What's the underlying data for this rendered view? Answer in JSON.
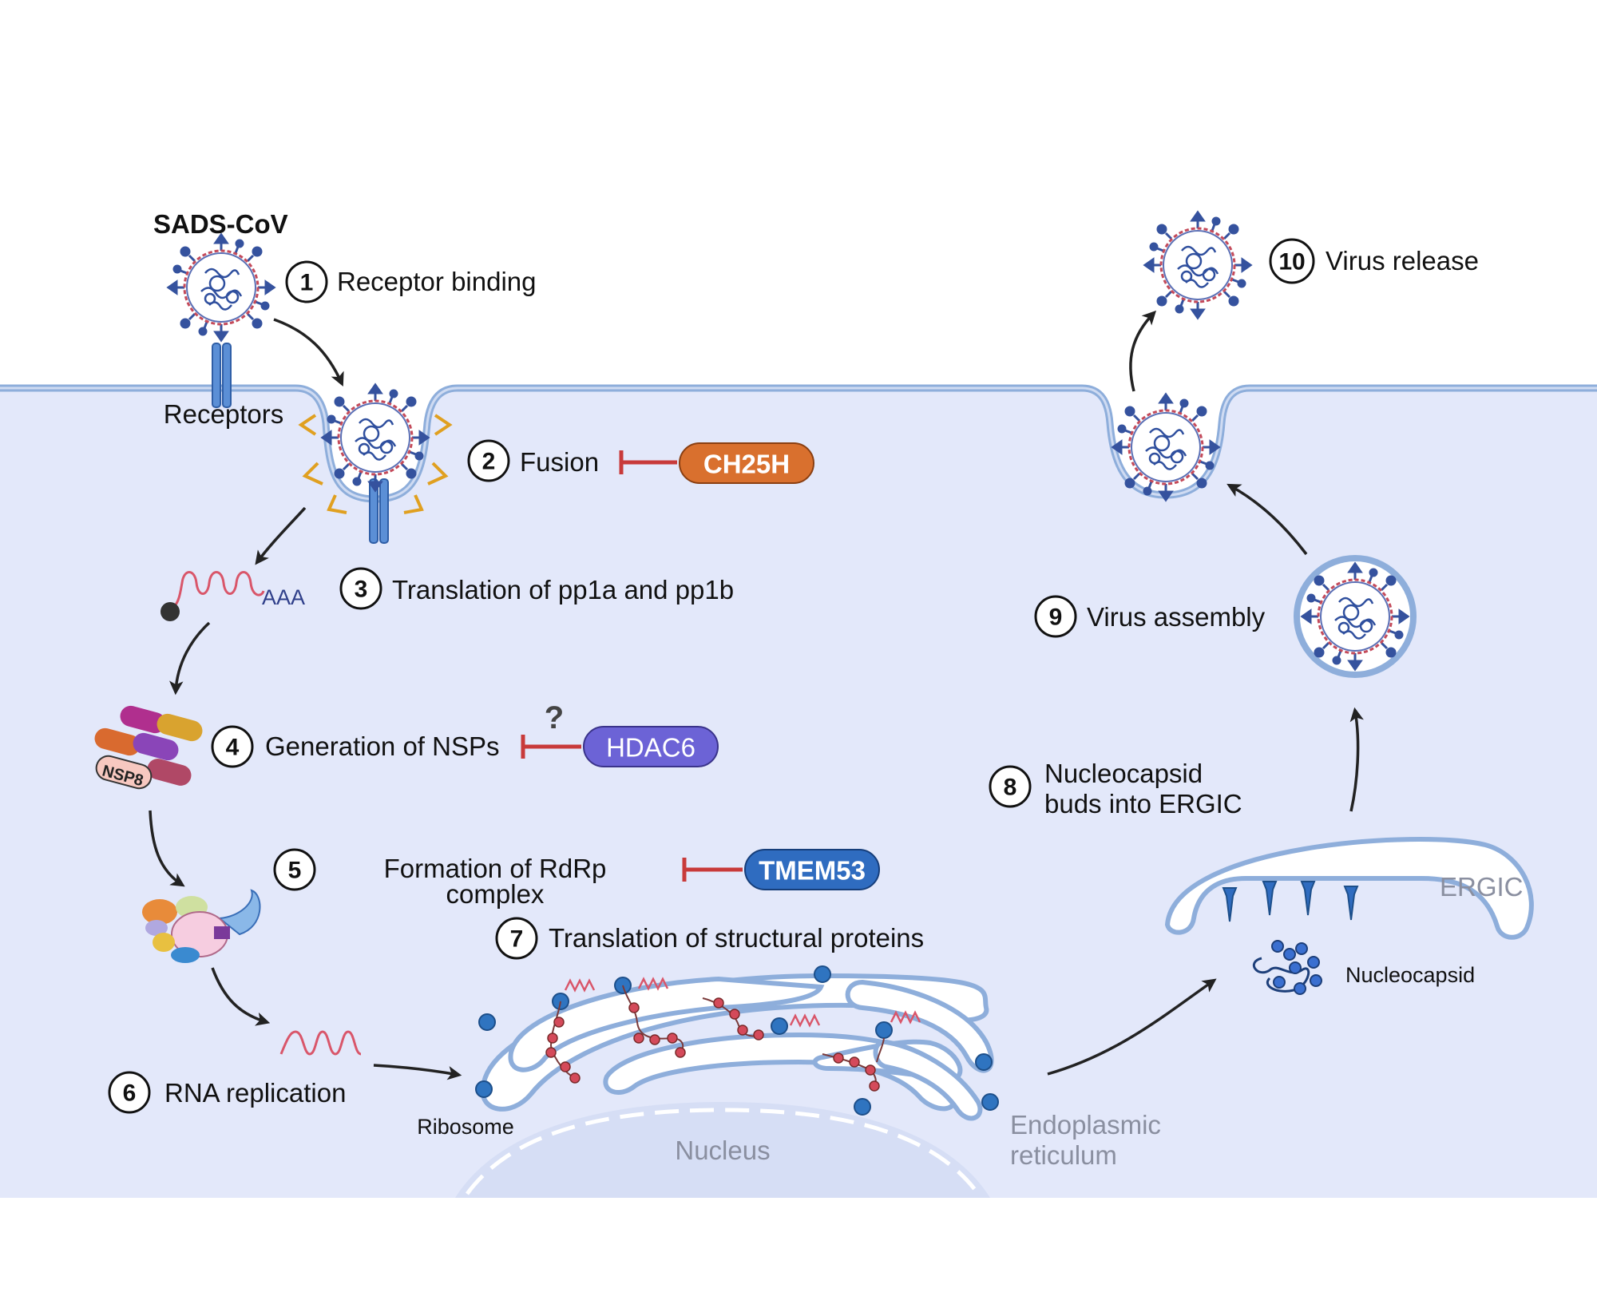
{
  "virus_name": "SADS-CoV",
  "steps": [
    {
      "n": "1",
      "label": "Receptor binding"
    },
    {
      "n": "2",
      "label": "Fusion"
    },
    {
      "n": "3",
      "label": "Translation of pp1a and pp1b"
    },
    {
      "n": "4",
      "label": "Generation of NSPs"
    },
    {
      "n": "5",
      "label": "Formation of RdRp",
      "label2": "complex"
    },
    {
      "n": "6",
      "label": "RNA replication"
    },
    {
      "n": "7",
      "label": "Translation of structural proteins"
    },
    {
      "n": "8",
      "label": "Nucleocapsid",
      "label2": "buds into ERGIC"
    },
    {
      "n": "9",
      "label": "Virus assembly"
    },
    {
      "n": "10",
      "label": "Virus release"
    }
  ],
  "inhibitors": [
    {
      "name": "CH25H",
      "color": "#d9702e"
    },
    {
      "name": "HDAC6",
      "color": "#6c63d6"
    },
    {
      "name": "TMEM53",
      "color": "#2f6cc0"
    }
  ],
  "question_mark": "?",
  "labels": {
    "receptors": "Receptors",
    "poly_a": "AAA",
    "nsp8": "NSP8",
    "ribosome": "Ribosome",
    "nucleus": "Nucleus",
    "er_line1": "Endoplasmic",
    "er_line2": "reticulum",
    "ergic": "ERGIC",
    "nucleocapsid": "Nucleocapsid"
  },
  "colors": {
    "cytoplasm": "#e3e8fa",
    "membrane": "#8eaedb",
    "inhibition": "#c83a3a",
    "rna": "#d9566a"
  }
}
